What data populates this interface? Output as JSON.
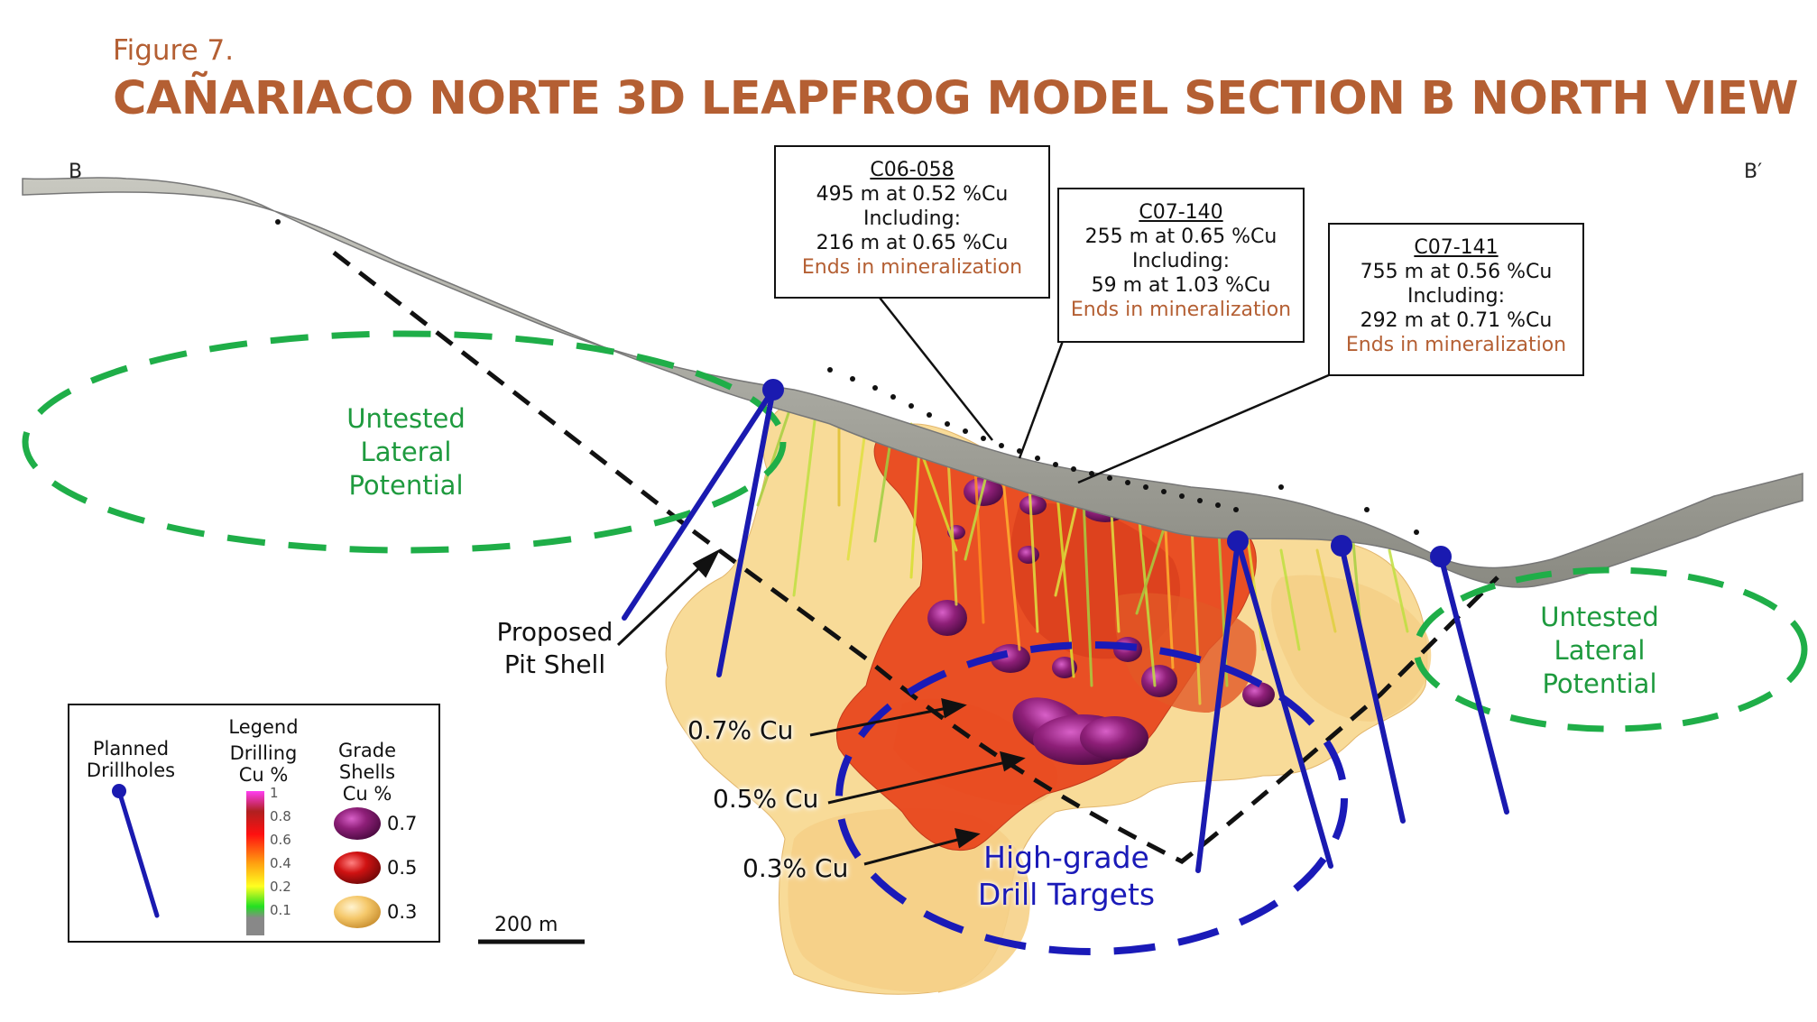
{
  "figure": {
    "number": "Figure 7.",
    "title": "CAÑARIACO NORTE 3D LEAPFROG MODEL SECTION B NORTH VIEW"
  },
  "section": {
    "left_label": "B",
    "right_label": "B′"
  },
  "callouts": [
    {
      "hole": "C06-058",
      "line1": "495 m at 0.52 %Cu",
      "line2": "Including:",
      "line3": "216 m at 0.65 %Cu",
      "note": "Ends in mineralization"
    },
    {
      "hole": "C07-140",
      "line1": "255 m at 0.65 %Cu",
      "line2": "Including:",
      "line3": "59 m at 1.03 %Cu",
      "note": "Ends in mineralization"
    },
    {
      "hole": "C07-141",
      "line1": "755 m at 0.56 %Cu",
      "line2": "Including:",
      "line3": "292 m at 0.71 %Cu",
      "note": "Ends in mineralization"
    }
  ],
  "annotations": {
    "untested_left": [
      "Untested",
      "Lateral",
      "Potential"
    ],
    "untested_right": [
      "Untested",
      "Lateral",
      "Potential"
    ],
    "pit_shell": [
      "Proposed",
      "Pit Shell"
    ],
    "shell_07": "0.7% Cu",
    "shell_05": "0.5% Cu",
    "shell_03": "0.3% Cu",
    "targets": [
      "High-grade",
      "Drill Targets"
    ]
  },
  "legend": {
    "title": "Legend",
    "planned": [
      "Planned",
      "Drillholes"
    ],
    "drilling": [
      "Drilling",
      "Cu %"
    ],
    "grade": [
      "Grade",
      "Shells",
      "Cu %"
    ],
    "drill_ticks": [
      "1",
      "0.8",
      "0.6",
      "0.4",
      "0.2",
      "0.1"
    ],
    "drill_colors": [
      "#ff3ef3",
      "#b02020",
      "#ff1010",
      "#ffa010",
      "#ffff20",
      "#22e022",
      "#888888"
    ],
    "shell_values": [
      "0.7",
      "0.5",
      "0.3"
    ],
    "shell_colors": [
      "#8e1f78",
      "#d01212",
      "#f5c86a"
    ]
  },
  "scale_bar": {
    "label": "200 m"
  },
  "colors": {
    "title": "#b45f33",
    "untested": "#1e9a3e",
    "targets": "#1a1ab8",
    "drillhole": "#1a1ab0",
    "topography": "#9a9a92"
  }
}
